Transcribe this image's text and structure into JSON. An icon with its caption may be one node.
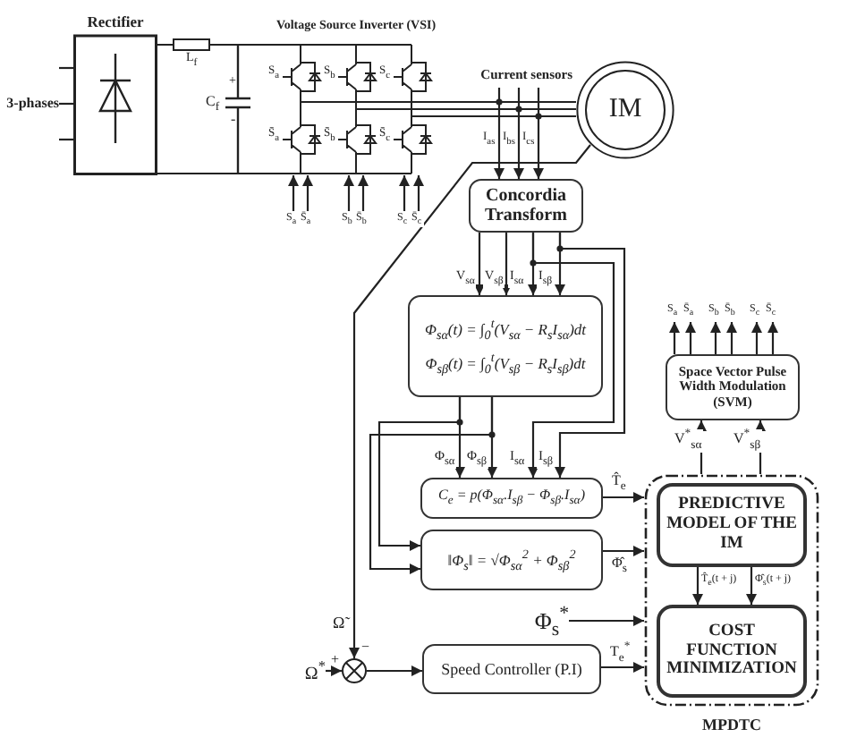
{
  "diagram": {
    "nodes": [
      {
        "text": [
          "Rectifier"
        ]
      },
      {
        "text": [
          "3-phases"
        ]
      },
      {
        "text": [
          "Voltage Source Inverter (VSI)"
        ]
      },
      {
        "text": [
          "IM"
        ]
      },
      {
        "text": [
          "Concordia Transform"
        ]
      },
      {
        "text": [
          "Φ$_{sα}$(t) = ∫$_{0}$$^{t}$(V$_{sα}$ − R$_{s}$I$_{sα}$)dt",
          "Φ$_{sβ}$(t) = ∫$_{0}$$^{t}$(V$_{sβ}$ − R$_{s}$I$_{sβ}$)dt"
        ]
      },
      {
        "text": [
          "C$_{e}$ = p(Φ$_{sα}$.I$_{sβ}$ − Φ$_{sβ}$.I$_{sα}$)"
        ]
      },
      {
        "text": [
          "‖Φ$_{s}$‖ = √Φ$_{sα}$$^{2}$ + Φ$_{sβ}$$^{2}$"
        ]
      },
      {
        "text": [],
        "shape": "circle",
        "beside": [
          "−",
          "+"
        ]
      },
      {
        "text": [
          "Speed Controller (P.I)"
        ]
      },
      {
        "text": [
          "MPDTC"
        ]
      },
      {
        "text": [
          "PREDICTIVE MODEL OF THE IM"
        ],
        "in": 10
      },
      {
        "text": [
          "COST FUNCTION MINIMIZATION"
        ],
        "in": 10
      },
      {
        "text": [
          "Space Vector Pulse Width Modulation (SVM)"
        ]
      },
      {
        "text": [
          "Φ$_{s}$$^{*}$"
        ]
      },
      {
        "text": [
          "Ω$^{*}$"
        ]
      },
      {
        "text": [
          "Current sensors"
        ]
      }
    ],
    "edges": [
      {
        "from": 1,
        "to": 0,
        "arrow": "none"
      },
      {
        "from": 0,
        "to": 2,
        "arrow": "none"
      },
      {
        "from": 2,
        "to": 3,
        "arrow": "none"
      },
      {
        "from": 16,
        "to": 4,
        "arrow": "to",
        "label": "I$_{as}$"
      },
      {
        "from": 16,
        "to": 4,
        "arrow": "to",
        "label": "I$_{bs}$"
      },
      {
        "from": 16,
        "to": 4,
        "arrow": "to",
        "label": "I$_{cs}$"
      },
      {
        "from": 3,
        "to": 8,
        "arrow": "to",
        "label": "Ω̃"
      },
      {
        "from": 4,
        "to": 5,
        "arrow": "to",
        "label": "V$_{sα}$"
      },
      {
        "from": 4,
        "to": 5,
        "arrow": "to",
        "label": "V$_{sβ}$"
      },
      {
        "from": 4,
        "to": 5,
        "arrow": "to",
        "label": "I$_{sα}$"
      },
      {
        "from": 4,
        "to": 5,
        "arrow": "to",
        "label": "I$_{sβ}$"
      },
      {
        "from": 5,
        "to": 6,
        "arrow": "to",
        "label": "Φ$_{sα}$"
      },
      {
        "from": 5,
        "to": 6,
        "arrow": "to",
        "label": "Φ$_{sβ}$"
      },
      {
        "from": 4,
        "to": 6,
        "arrow": "to",
        "label": "I$_{sα}$"
      },
      {
        "from": 4,
        "to": 6,
        "arrow": "to",
        "label": "I$_{sβ}$"
      },
      {
        "from": 5,
        "to": 7,
        "arrow": "to"
      },
      {
        "from": 5,
        "to": 7,
        "arrow": "to"
      },
      {
        "from": 6,
        "to": 10,
        "arrow": "to",
        "label": "T̂$_{e}$"
      },
      {
        "from": 7,
        "to": 10,
        "arrow": "to",
        "label": "Φ̂$_{s}$"
      },
      {
        "from": 14,
        "to": 10,
        "arrow": "to"
      },
      {
        "from": 9,
        "to": 10,
        "arrow": "to",
        "label": "T$_{e}$$^{*}$"
      },
      {
        "from": 15,
        "to": 8,
        "arrow": "to"
      },
      {
        "from": 8,
        "to": 9,
        "arrow": "to"
      },
      {
        "from": 11,
        "to": 12,
        "arrow": "to",
        "label": "T̂$_{e}$(t + j)"
      },
      {
        "from": 11,
        "to": 12,
        "arrow": "to",
        "label": "Φ̂$_{s}$(t + j)"
      },
      {
        "from": 10,
        "to": 13,
        "arrow": "to",
        "label": "V$^{*}$$_{sα}$"
      },
      {
        "from": 10,
        "to": 13,
        "arrow": "to",
        "label": "V$^{*}$$_{sβ}$"
      },
      {
        "from": 13,
        "to": null,
        "arrow": "to",
        "label": "S$_{a}$"
      },
      {
        "from": 13,
        "to": null,
        "arrow": "to",
        "label": "S̄$_{a}$"
      },
      {
        "from": 13,
        "to": null,
        "arrow": "to",
        "label": "S$_{b}$"
      },
      {
        "from": 13,
        "to": null,
        "arrow": "to",
        "label": "S̄$_{b}$"
      },
      {
        "from": 13,
        "to": null,
        "arrow": "to",
        "label": "S$_{c}$"
      },
      {
        "from": 13,
        "to": null,
        "arrow": "to",
        "label": "S̄$_{c}$"
      },
      {
        "from": null,
        "to": 2,
        "arrow": "to",
        "label": "S$_{a}$"
      },
      {
        "from": null,
        "to": 2,
        "arrow": "to",
        "label": "S̄$_{a}$"
      },
      {
        "from": null,
        "to": 2,
        "arrow": "to",
        "label": "S$_{b}$"
      },
      {
        "from": null,
        "to": 2,
        "arrow": "to",
        "label": "S̄$_{b}$"
      },
      {
        "from": null,
        "to": 2,
        "arrow": "to",
        "label": "S$_{c}$"
      },
      {
        "from": null,
        "to": 2,
        "arrow": "to",
        "label": "S̄$_{c}$"
      },
      {
        "from": 1,
        "to": 0,
        "arrow": "none"
      },
      {
        "from": 1,
        "to": 0,
        "arrow": "none"
      },
      {
        "from": 0,
        "to": 2,
        "arrow": "none"
      }
    ],
    "labels": [
      "L$_{f}$",
      "+",
      "C$_{f}$",
      "-",
      "S$_{a}$",
      "S$_{b}$",
      "S$_{c}$",
      "S̄$_{a}$",
      "S̄$_{b}$",
      "S̄$_{c}$"
    ]
  }
}
